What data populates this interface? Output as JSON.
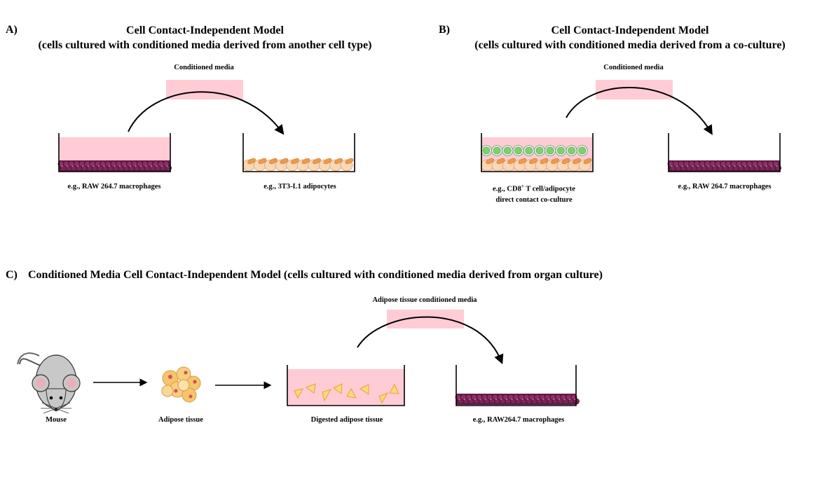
{
  "panelA": {
    "label": "A)",
    "title_line1": "Cell Contact-Independent Model",
    "title_line2": "(cells cultured with conditioned media derived from another cell type)",
    "media_label": "Conditioned media",
    "left_caption": "e.g., RAW 264.7 macrophages",
    "right_caption": "e.g., 3T3-L1 adipocytes"
  },
  "panelB": {
    "label": "B)",
    "title_line1": "Cell Contact-Independent Model",
    "title_line2": "(cells cultured with conditioned media derived from a co-culture)",
    "media_label": "Conditioned media",
    "left_caption_pre": "e.g., CD8",
    "left_caption_sup": "+",
    "left_caption_post": " T cell/adipocyte",
    "left_caption_line2": "direct contact co-culture",
    "right_caption": "e.g., RAW 264.7 macrophages"
  },
  "panelC": {
    "label": "C)",
    "title": "Conditioned Media Cell Contact-Independent Model (cells cultured with conditioned media derived from organ culture)",
    "media_label": "Adipose tissue conditioned media",
    "mouse_caption": "Mouse",
    "tissue_caption": "Adipose tissue",
    "digested_caption": "Digested adipose tissue",
    "macrophage_caption": "e.g., RAW264.7 macrophages"
  },
  "colors": {
    "media_pink": "#ffccd5",
    "macrophage_purple": "#6b1f4f",
    "adipocyte_peach": "#fbd7b3",
    "adipocyte_orange": "#ee9a4e",
    "tcell_green": "#7fcf75",
    "fragment_yellow": "#ffd878"
  }
}
